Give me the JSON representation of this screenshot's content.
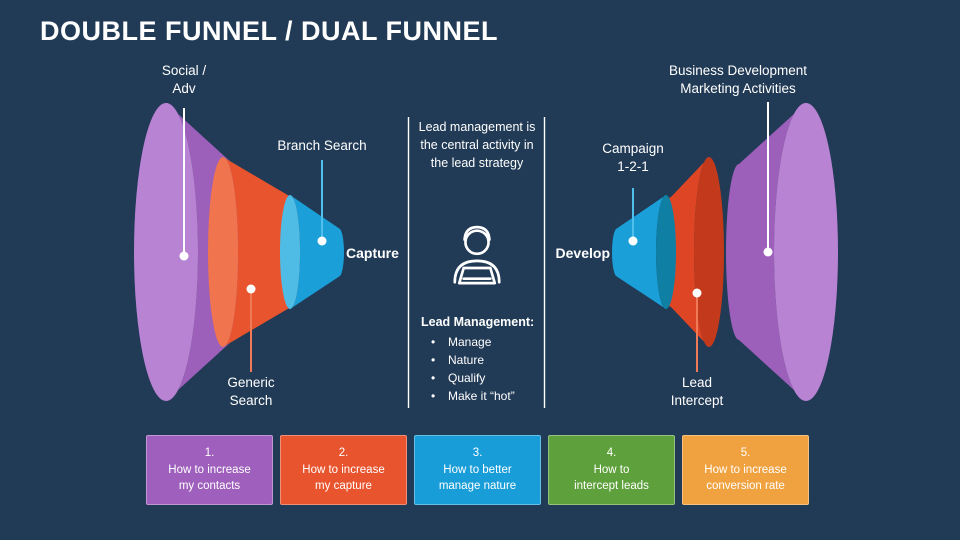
{
  "slide": {
    "title": "DOUBLE FUNNEL / DUAL FUNNEL"
  },
  "colors": {
    "background": "#213A55",
    "purple_body": "#9C5FBA",
    "purple_cap": "#B983D4",
    "orange_body": "#E8542E",
    "orange_cap": "#F0744E",
    "blue_body": "#1B9FD8",
    "blue_cap": "#4FBCE6",
    "blue_cap_dark": "#0F7FA4",
    "orange_body_right": "#DE4524",
    "orange_cap_right": "#C23A1B",
    "line_blue": "#4FC0EC",
    "line_orange": "#F07A55",
    "white": "#FFFFFF"
  },
  "left_funnel": {
    "label_social": "Social /\nAdv",
    "label_branch": "Branch Search",
    "label_generic": "Generic\nSearch",
    "label_capture": "Capture"
  },
  "right_funnel": {
    "label_bdm": "Business Development\nMarketing Activities",
    "label_campaign": "Campaign\n1-2-1",
    "label_intercept": "Lead\nIntercept",
    "label_develop": "Develop"
  },
  "center": {
    "intro": "Lead management is the central activity in the lead strategy",
    "heading": "Lead Management:",
    "bullets": [
      "Manage",
      "Nature",
      "Qualify",
      "Make it “hot”"
    ],
    "icon": "person-laptop-icon"
  },
  "steps": [
    {
      "number": "1.",
      "text": "How to increase\nmy contacts",
      "color": "#9E60BC"
    },
    {
      "number": "2.",
      "text": "How to increase\nmy capture",
      "color": "#E8542E"
    },
    {
      "number": "3.",
      "text": "How to better\nmanage nature",
      "color": "#189DD8"
    },
    {
      "number": "4.",
      "text": "How to\nintercept leads",
      "color": "#5EA13C"
    },
    {
      "number": "5.",
      "text": "How to increase\nconversion rate",
      "color": "#F0A240"
    }
  ]
}
